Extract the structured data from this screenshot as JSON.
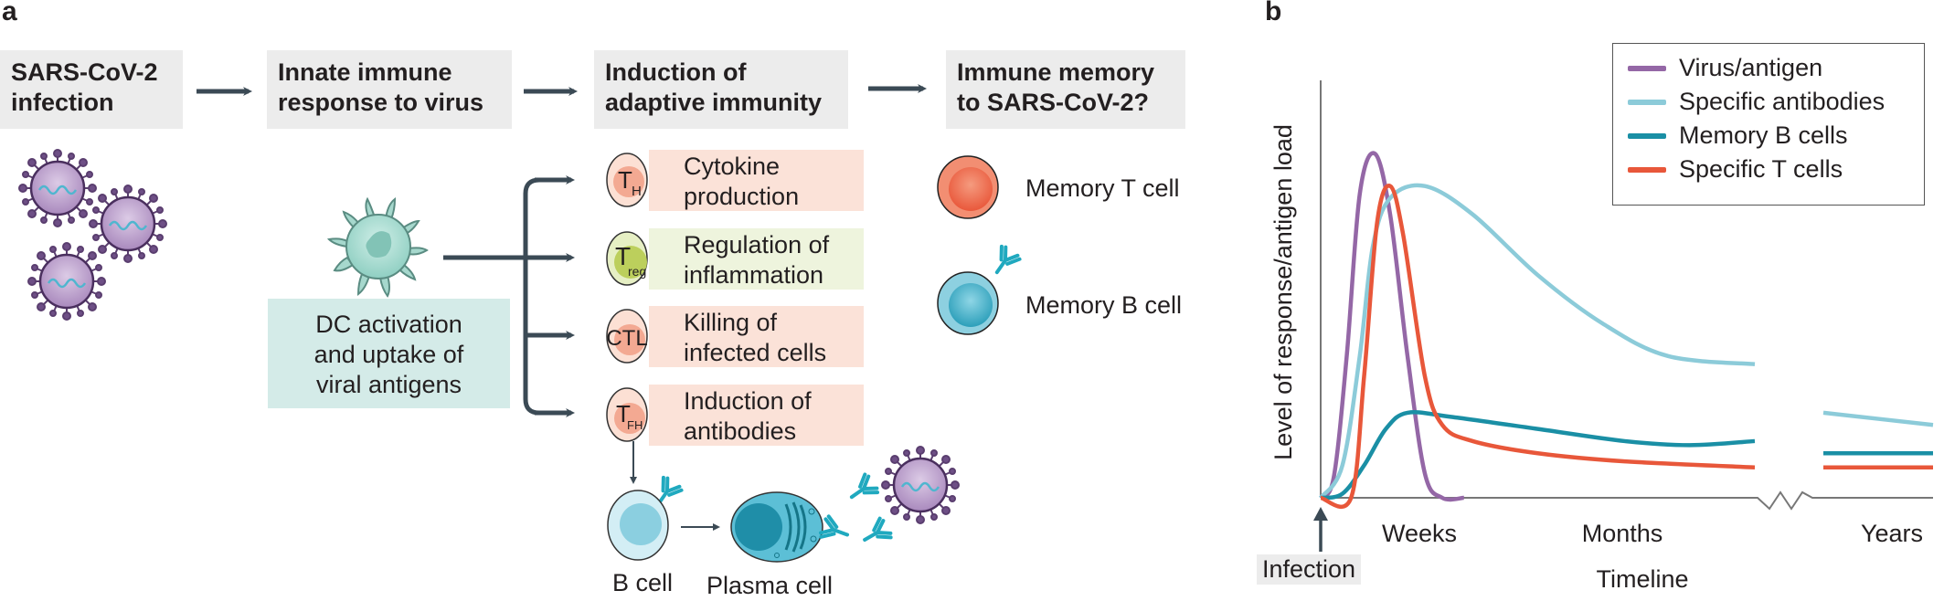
{
  "panel_a": {
    "label": "a",
    "headers": [
      {
        "line1": "SARS-CoV-2",
        "line2": "infection"
      },
      {
        "line1": "Innate immune",
        "line2": "response to virus"
      },
      {
        "line1": "Induction of",
        "line2": "adaptive immunity"
      },
      {
        "line1": "Immune memory",
        "line2": "to SARS-CoV-2?"
      }
    ],
    "dc_box": {
      "line1": "DC activation",
      "line2": "and uptake of",
      "line3": "viral antigens"
    },
    "t_cells": [
      {
        "symbol": "T",
        "sub": "H",
        "line1": "Cytokine",
        "line2": "production",
        "color": "#fbe2d8",
        "cell_color": "#f3b3a0"
      },
      {
        "symbol": "T",
        "sub": "reg",
        "line1": "Regulation of",
        "line2": "inflammation",
        "color": "#eef4dd",
        "cell_color": "#b9cd57"
      },
      {
        "symbol": "CTL",
        "sub": "",
        "line1": "Killing of",
        "line2": "infected cells",
        "color": "#fbe2d8",
        "cell_color": "#f3b3a0"
      },
      {
        "symbol": "T",
        "sub": "FH",
        "line1": "Induction of",
        "line2": "antibodies",
        "color": "#fbe2d8",
        "cell_color": "#f3b3a0"
      }
    ],
    "memory_cells": [
      {
        "label": "Memory T cell",
        "color": "#ec6a4e"
      },
      {
        "label": "Memory B cell",
        "color": "#3fa9c2"
      }
    ],
    "b_cell_label": "B cell",
    "plasma_cell_label": "Plasma cell",
    "colors": {
      "arrow": "#3b4a55",
      "virus": "#b79cc9",
      "virus_spike": "#5a3e6f",
      "antibody": "#20a9bf",
      "dc_cell": "#a6d8cd"
    }
  },
  "panel_b": {
    "label": "b",
    "infection_label": "Infection"
  },
  "chart_data": {
    "type": "line",
    "title": "",
    "xlabel": "Timeline",
    "ylabel": "Level of response/antigen load",
    "x_tick_labels": [
      "Weeks",
      "Months",
      "Years"
    ],
    "x_axis_break": "between Months and Years",
    "annotation": "Infection (arrow at time zero)",
    "ylim": [
      0,
      1
    ],
    "legend_position": "top-right",
    "grid": false,
    "x_units": "relative timeline (0 = infection, 0-1 early phase, 1.15-1.5 years after axis break)",
    "series": [
      {
        "name": "Virus/antigen",
        "color": "#9467a6",
        "points": [
          [
            0,
            0
          ],
          [
            0.03,
            0.05
          ],
          [
            0.06,
            0.35
          ],
          [
            0.09,
            0.75
          ],
          [
            0.125,
            0.85
          ],
          [
            0.16,
            0.7
          ],
          [
            0.2,
            0.35
          ],
          [
            0.24,
            0.06
          ],
          [
            0.28,
            0.0
          ],
          [
            0.33,
            0.0
          ]
        ]
      },
      {
        "name": "Specific antibodies",
        "color": "#8ccbd9",
        "points": [
          [
            0,
            0
          ],
          [
            0.05,
            0.08
          ],
          [
            0.09,
            0.35
          ],
          [
            0.12,
            0.62
          ],
          [
            0.16,
            0.74
          ],
          [
            0.24,
            0.77
          ],
          [
            0.35,
            0.7
          ],
          [
            0.5,
            0.55
          ],
          [
            0.65,
            0.43
          ],
          [
            0.8,
            0.35
          ],
          [
            1.0,
            0.33
          ],
          [
            1.15,
            0.21
          ],
          [
            1.5,
            0.18
          ]
        ]
      },
      {
        "name": "Memory B cells",
        "color": "#1a8fa5",
        "points": [
          [
            0,
            0
          ],
          [
            0.05,
            0.01
          ],
          [
            0.1,
            0.08
          ],
          [
            0.15,
            0.17
          ],
          [
            0.2,
            0.21
          ],
          [
            0.3,
            0.2
          ],
          [
            0.5,
            0.17
          ],
          [
            0.7,
            0.14
          ],
          [
            0.85,
            0.13
          ],
          [
            1.0,
            0.14
          ],
          [
            1.15,
            0.11
          ],
          [
            1.5,
            0.11
          ]
        ]
      },
      {
        "name": "Specific T cells",
        "color": "#e8573a",
        "points": [
          [
            0,
            0
          ],
          [
            0.07,
            0.0
          ],
          [
            0.1,
            0.3
          ],
          [
            0.13,
            0.68
          ],
          [
            0.16,
            0.77
          ],
          [
            0.19,
            0.65
          ],
          [
            0.24,
            0.3
          ],
          [
            0.28,
            0.18
          ],
          [
            0.35,
            0.14
          ],
          [
            0.5,
            0.11
          ],
          [
            0.7,
            0.09
          ],
          [
            1.0,
            0.075
          ],
          [
            1.15,
            0.075
          ],
          [
            1.5,
            0.075
          ]
        ]
      }
    ]
  }
}
